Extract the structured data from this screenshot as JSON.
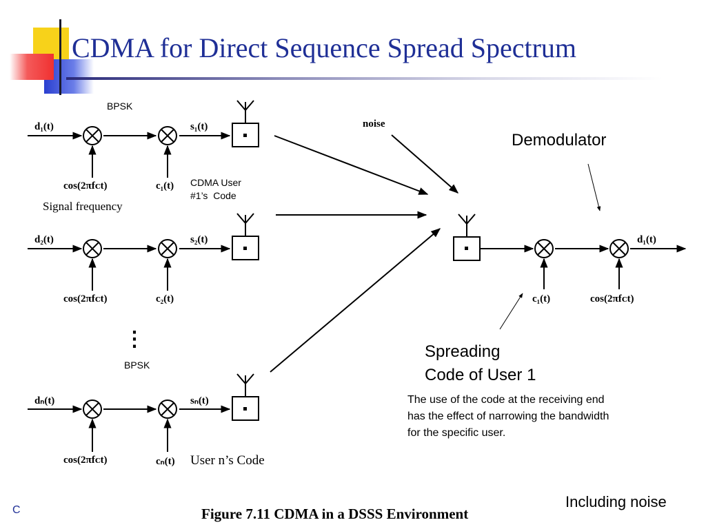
{
  "slide": {
    "title": "CDMA for Direct Sequence Spread Spectrum",
    "footer_fragment": "C",
    "caption": "Figure 7.11  CDMA in a DSSS Environment"
  },
  "annotations": {
    "bpsk_top": "BPSK",
    "bpsk_bottom": "BPSK",
    "cdma_user_code": "CDMA User\n#1’s  Code",
    "signal_frequency": "Signal frequency",
    "user_n_code": "User n’s  Code",
    "demodulator": "Demodulator",
    "spreading_code": "Spreading\nCode of User 1",
    "narrowing_note": "The use of the code at the receiving end\nhas the effect of narrowing the bandwidth\nfor the specific user.",
    "including_noise": "Including noise"
  },
  "figure_labels": {
    "d1": "d₁(t)",
    "s1": "s₁(t)",
    "cos1": "cos(2πfᴄt)",
    "c1": "c₁(t)",
    "d2": "d₂(t)",
    "s2": "s₂(t)",
    "cos2": "cos(2πfᴄt)",
    "c2": "c₂(t)",
    "dn": "dₙ(t)",
    "sn": "sₙ(t)",
    "cosn": "cos(2πfᴄt)",
    "cn": "cₙ(t)",
    "noise": "noise",
    "rx_c1": "c₁(t)",
    "rx_cos": "cos(2πfᴄt)",
    "rx_out": "d₁(t)",
    "ellipsis": "⋮"
  },
  "colors": {
    "title": "#1f2f96",
    "deco_yellow": "#f7d21a",
    "deco_red": "#f03030",
    "deco_blue": "#2a3fd0"
  }
}
